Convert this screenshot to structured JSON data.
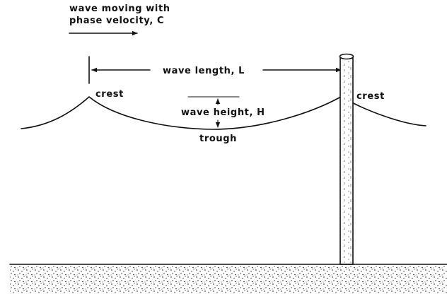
{
  "labels": {
    "phase_line1": "wave moving with",
    "phase_line2": "phase velocity, C",
    "wave_length": "wave length, L",
    "crest_left": "crest",
    "crest_right": "crest",
    "wave_height": "wave height, H",
    "trough": "trough"
  },
  "colors": {
    "ink": "#111111",
    "background": "#ffffff"
  }
}
